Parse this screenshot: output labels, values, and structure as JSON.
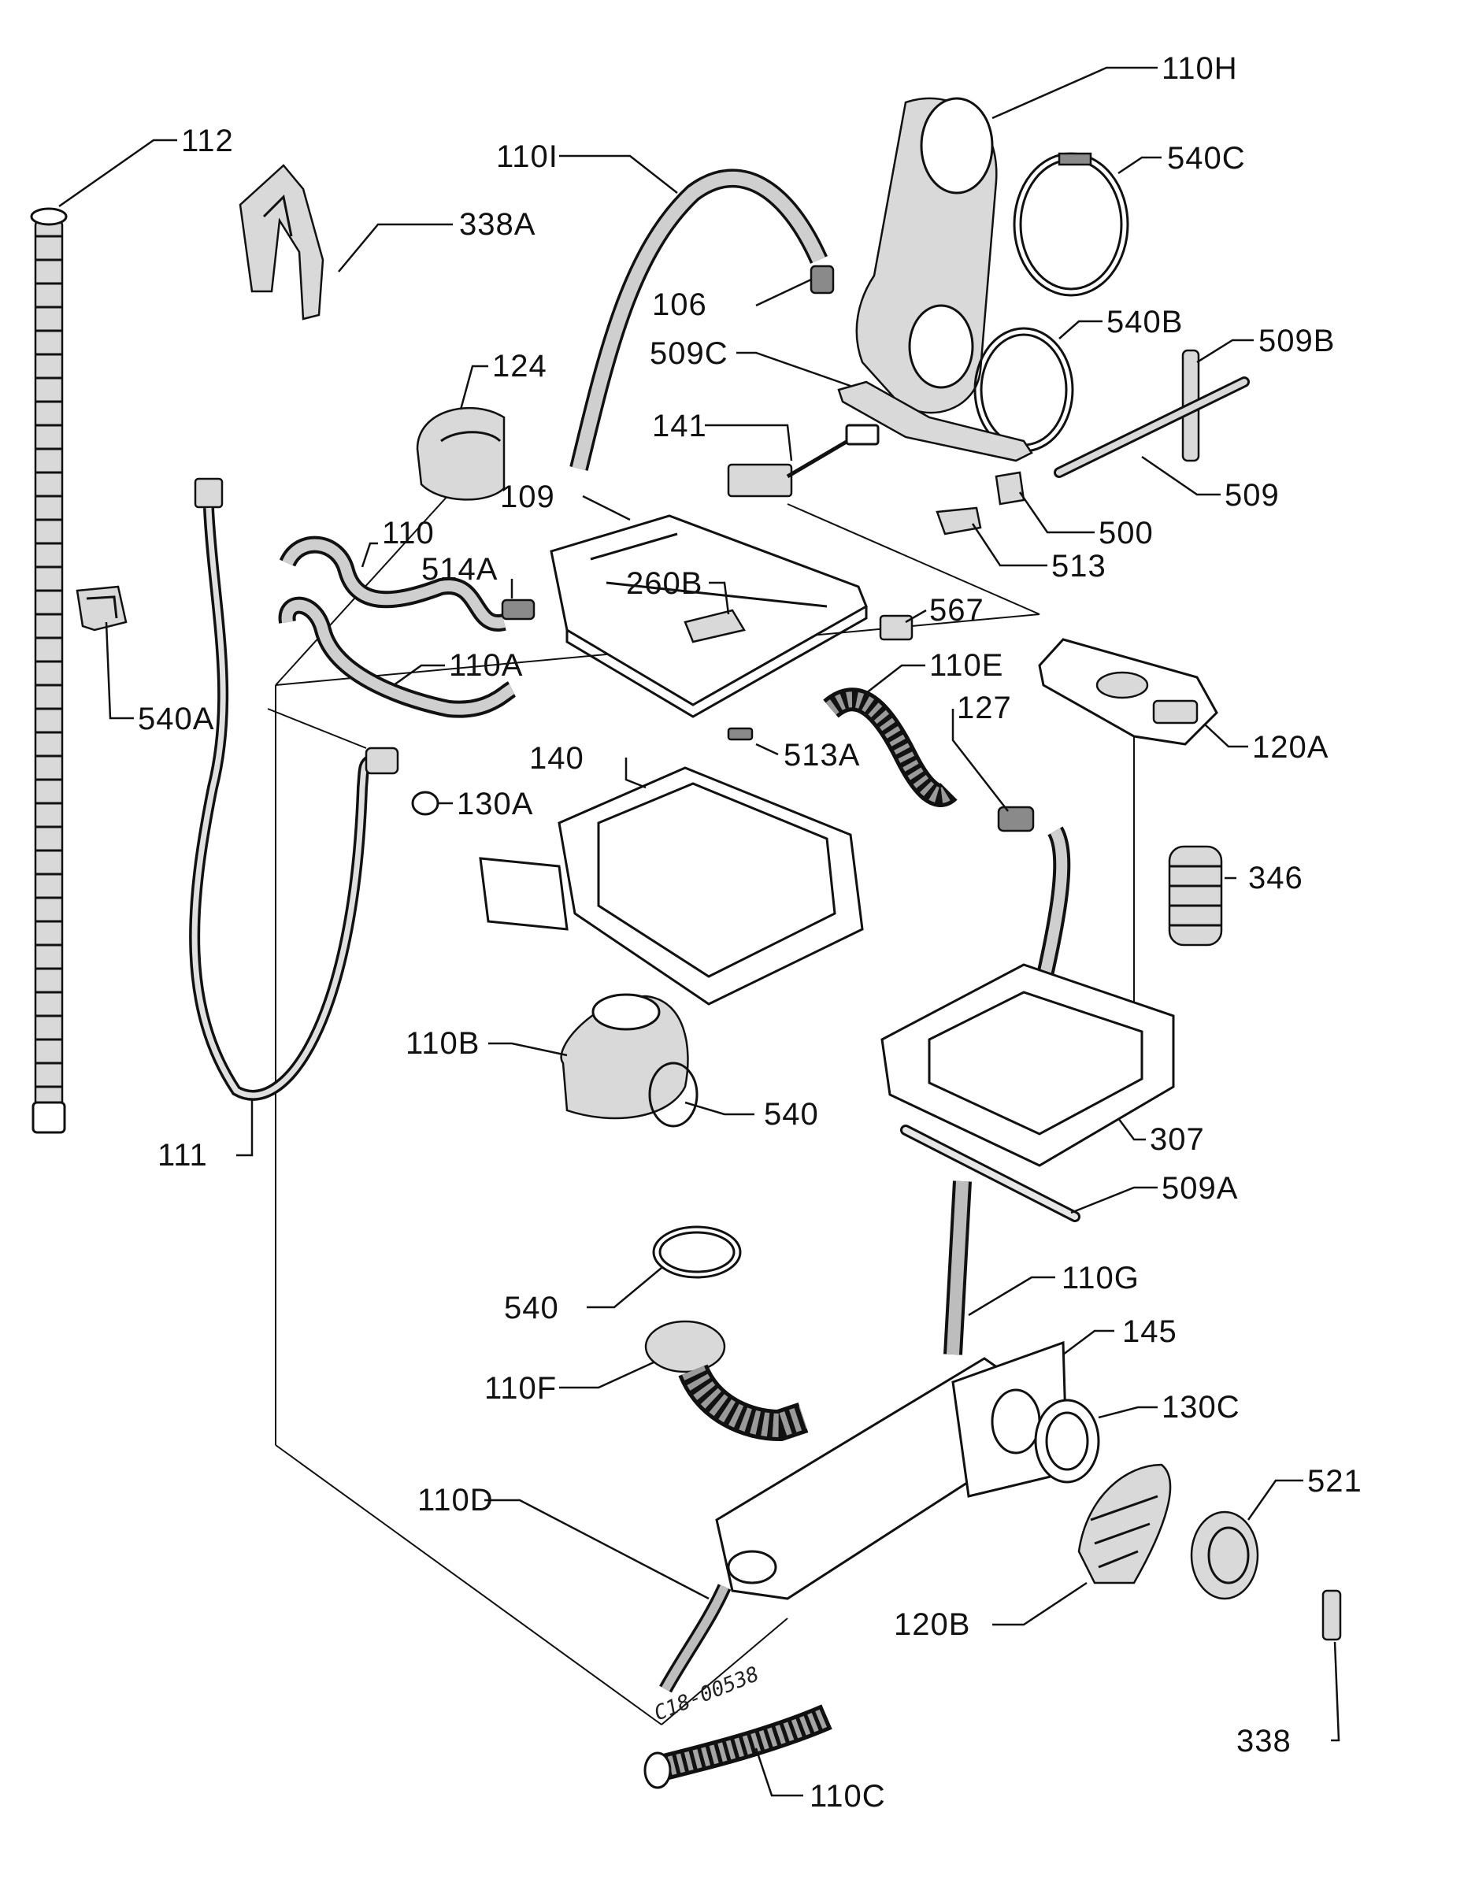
{
  "diagram": {
    "stamp": "C18-00538",
    "labels": [
      {
        "id": "112",
        "text": "112"
      },
      {
        "id": "338A",
        "text": "338A"
      },
      {
        "id": "110I",
        "text": "110I"
      },
      {
        "id": "106",
        "text": "106"
      },
      {
        "id": "110H",
        "text": "110H"
      },
      {
        "id": "540C",
        "text": "540C"
      },
      {
        "id": "540B",
        "text": "540B"
      },
      {
        "id": "509B",
        "text": "509B"
      },
      {
        "id": "509C",
        "text": "509C"
      },
      {
        "id": "124",
        "text": "124"
      },
      {
        "id": "141",
        "text": "141"
      },
      {
        "id": "109",
        "text": "109"
      },
      {
        "id": "509",
        "text": "509"
      },
      {
        "id": "500",
        "text": "500"
      },
      {
        "id": "513",
        "text": "513"
      },
      {
        "id": "110",
        "text": "110"
      },
      {
        "id": "514A",
        "text": "514A"
      },
      {
        "id": "260B",
        "text": "260B"
      },
      {
        "id": "567",
        "text": "567"
      },
      {
        "id": "110A",
        "text": "110A"
      },
      {
        "id": "110E",
        "text": "110E"
      },
      {
        "id": "127",
        "text": "127"
      },
      {
        "id": "540A",
        "text": "540A"
      },
      {
        "id": "120A",
        "text": "120A"
      },
      {
        "id": "513A",
        "text": "513A"
      },
      {
        "id": "140",
        "text": "140"
      },
      {
        "id": "130A",
        "text": "130A"
      },
      {
        "id": "346",
        "text": "346"
      },
      {
        "id": "110B",
        "text": "110B"
      },
      {
        "id": "540",
        "text": "540"
      },
      {
        "id": "111",
        "text": "111"
      },
      {
        "id": "307",
        "text": "307"
      },
      {
        "id": "509A",
        "text": "509A"
      },
      {
        "id": "540b",
        "text": "540"
      },
      {
        "id": "110G",
        "text": "110G"
      },
      {
        "id": "145",
        "text": "145"
      },
      {
        "id": "110F",
        "text": "110F"
      },
      {
        "id": "130C",
        "text": "130C"
      },
      {
        "id": "521",
        "text": "521"
      },
      {
        "id": "110D",
        "text": "110D"
      },
      {
        "id": "120B",
        "text": "120B"
      },
      {
        "id": "338",
        "text": "338"
      },
      {
        "id": "110C",
        "text": "110C"
      }
    ]
  }
}
